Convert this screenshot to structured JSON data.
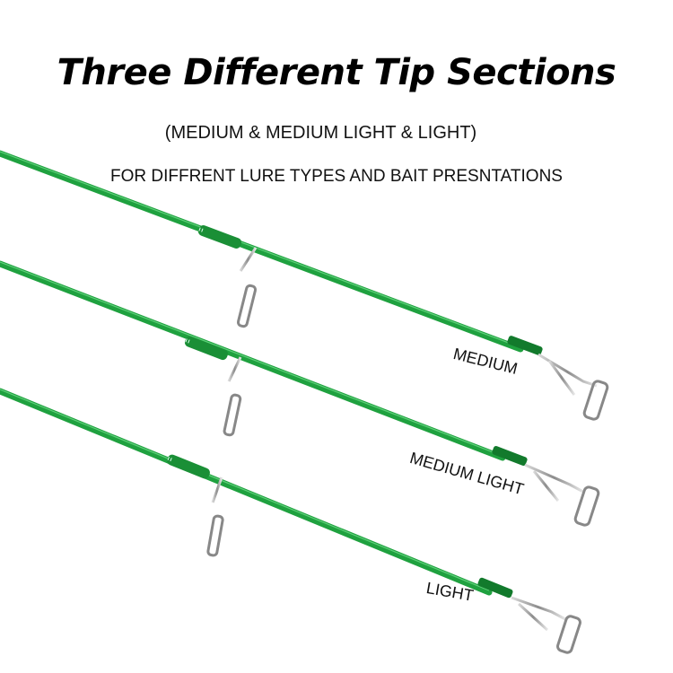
{
  "heading": {
    "title": "Three Different Tip Sections",
    "subtitle": "(MEDIUM & MEDIUM LIGHT & LIGHT)",
    "note": "FOR DIFFRENT LURE TYPES AND BAIT PRESNTATIONS"
  },
  "tips": [
    {
      "label": "MEDIUM"
    },
    {
      "label": "MEDIUM LIGHT"
    },
    {
      "label": "LIGHT"
    }
  ],
  "colors": {
    "rod": "#1fa13f",
    "rod_dark": "#127a2c",
    "guide": "#9a9a9a"
  }
}
